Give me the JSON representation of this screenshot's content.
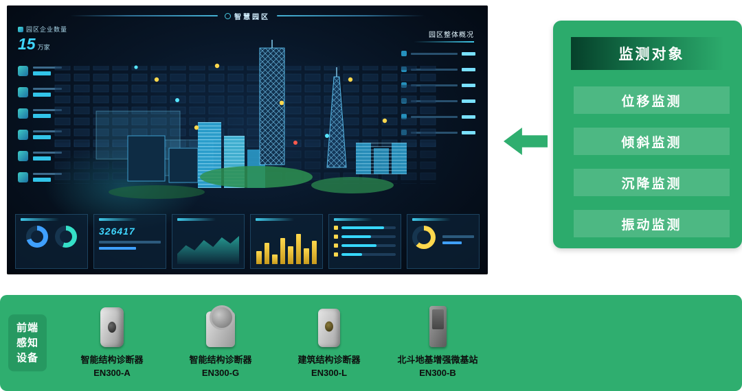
{
  "dashboard": {
    "title": "智慧园区",
    "enterprise": {
      "label": "园区企业数量",
      "value": "15",
      "unit": "万家"
    },
    "overview_label": "园区整体概况",
    "metric_value": "326417"
  },
  "panel": {
    "header": "监测对象",
    "items": [
      "位移监测",
      "倾斜监测",
      "沉降监测",
      "振动监测"
    ]
  },
  "device_bar": {
    "label_lines": [
      "前端",
      "感知",
      "设备"
    ],
    "devices": [
      {
        "name": "智能结构诊断器",
        "model": "EN300-A"
      },
      {
        "name": "智能结构诊断器",
        "model": "EN300-G"
      },
      {
        "name": "建筑结构诊断器",
        "model": "EN300-L"
      },
      {
        "name": "北斗地基增强微基站",
        "model": "EN300-B"
      }
    ]
  },
  "colors": {
    "green": "#2fae6f",
    "dark_green": "#06402a",
    "cyan_accent": "#37d8ff"
  }
}
